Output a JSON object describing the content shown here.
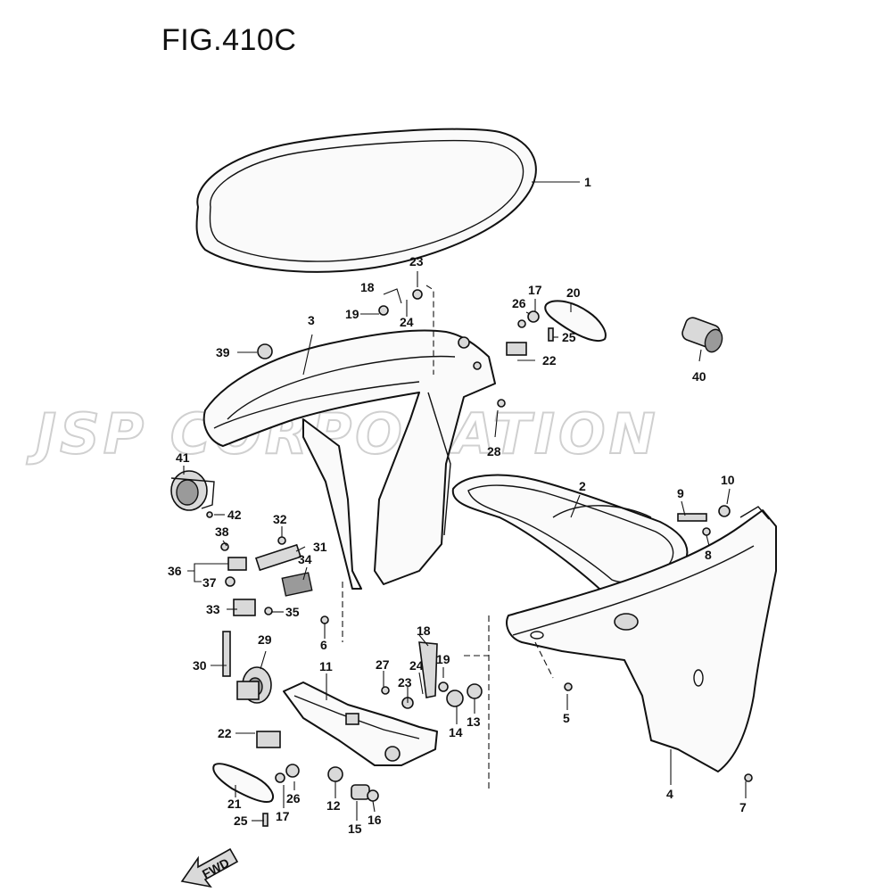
{
  "title": "FIG.410C",
  "watermark": "JSP CORPORATION",
  "fwd_label": "FWD",
  "callouts": [
    "1",
    "2",
    "3",
    "4",
    "5",
    "6",
    "7",
    "8",
    "9",
    "10",
    "11",
    "12",
    "13",
    "14",
    "15",
    "16",
    "17",
    "17",
    "18",
    "18",
    "19",
    "19",
    "20",
    "21",
    "22",
    "22",
    "23",
    "23",
    "24",
    "24",
    "25",
    "25",
    "26",
    "26",
    "27",
    "28",
    "29",
    "30",
    "31",
    "32",
    "33",
    "34",
    "35",
    "36",
    "37",
    "38",
    "39",
    "40",
    "41",
    "42"
  ]
}
